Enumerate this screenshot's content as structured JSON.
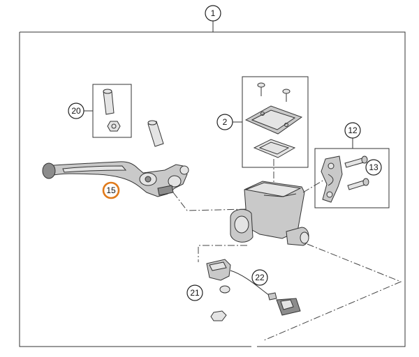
{
  "diagram": {
    "callouts": {
      "c1": "1",
      "c2": "2",
      "c12": "12",
      "c13": "13",
      "c15": "15",
      "c20": "20",
      "c21": "21",
      "c22": "22"
    },
    "highlight_color": "#e07a1a",
    "highlighted_part": "15"
  }
}
